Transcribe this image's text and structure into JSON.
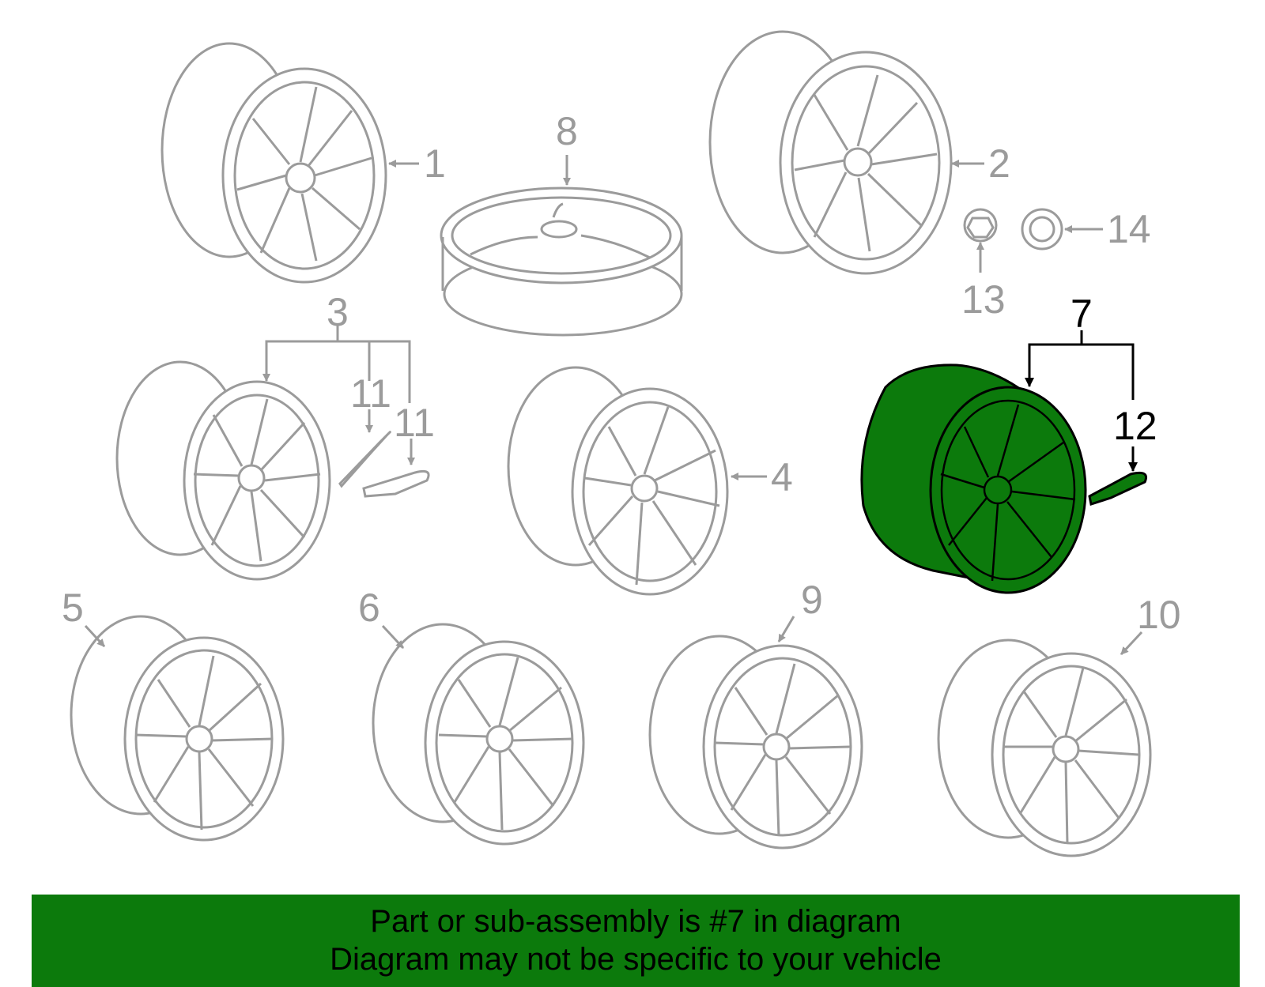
{
  "callouts": {
    "c1": "1",
    "c2": "2",
    "c3": "3",
    "c4": "4",
    "c5": "5",
    "c6": "6",
    "c7": "7",
    "c8": "8",
    "c9": "9",
    "c10": "10",
    "c11a": "11",
    "c11b": "11",
    "c12": "12",
    "c13": "13",
    "c14": "14"
  },
  "highlight": {
    "part": "7",
    "color": "#0c7a0c",
    "line_color": "#9b9b9b",
    "highlight_line_color": "#000000"
  },
  "banner": {
    "line1": "Part or sub-assembly is #7 in diagram",
    "line2": "Diagram may not be specific to your vehicle"
  }
}
